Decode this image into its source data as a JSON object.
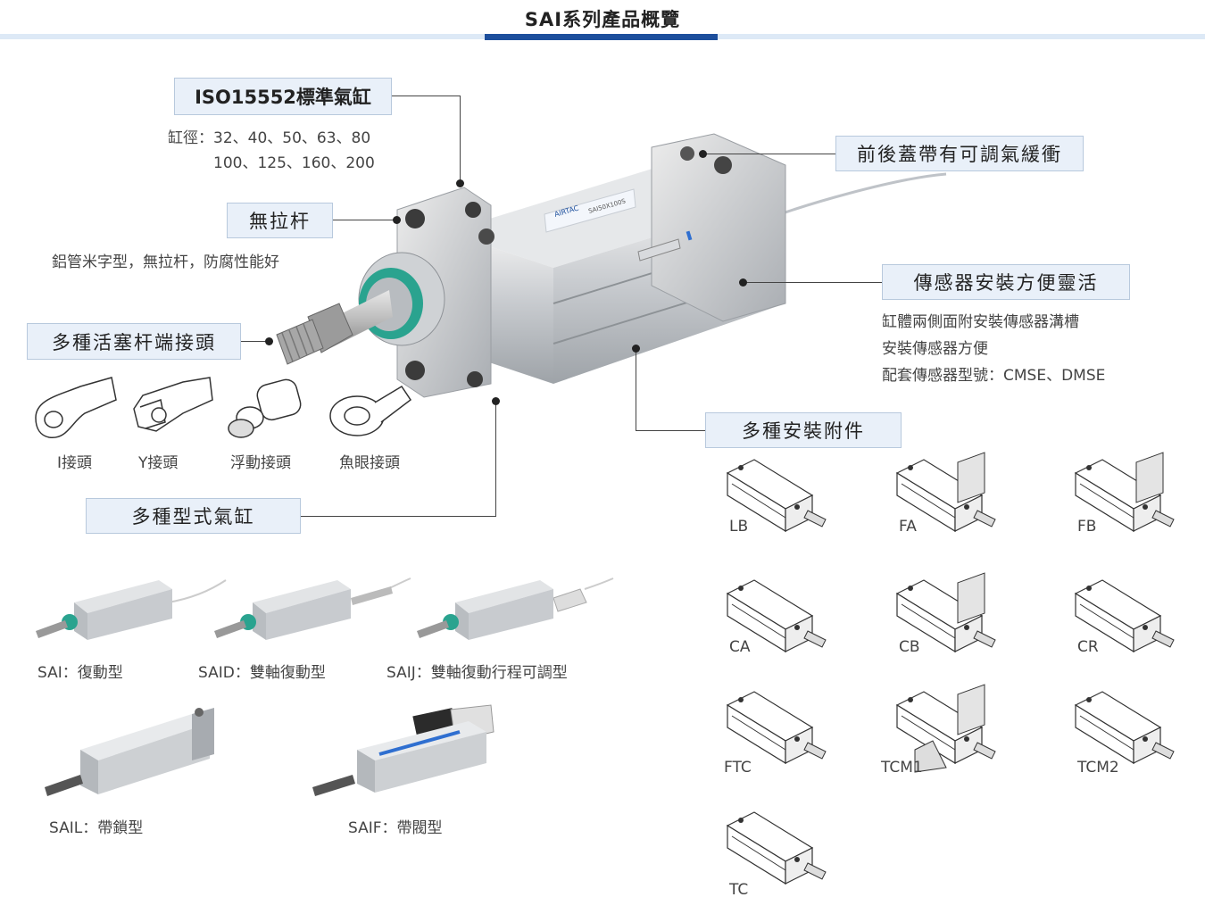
{
  "header": {
    "title": "SAI系列產品概覽"
  },
  "callouts": {
    "iso": {
      "label": "ISO15552標準氣缸",
      "bore_line1": "缸徑：32、40、50、63、80",
      "bore_line2": "100、125、160、200"
    },
    "no_tie_rod": {
      "label": "無拉杆",
      "desc": "鋁管米字型，無拉杆，防腐性能好"
    },
    "rod_end": {
      "label": "多種活塞杆端接頭"
    },
    "cushion": {
      "label": "前後蓋帶有可調氣緩衝"
    },
    "sensor": {
      "label": "傳感器安裝方便靈活",
      "desc1": "缸體兩側面附安裝傳感器溝槽",
      "desc2": "安裝傳感器方便",
      "desc3": "配套傳感器型號：CMSE、DMSE"
    },
    "types": {
      "label": "多種型式氣缸"
    },
    "mounting": {
      "label": "多種安裝附件"
    }
  },
  "joints": [
    {
      "label": "I接頭",
      "icon": "i-joint-icon"
    },
    {
      "label": "Y接頭",
      "icon": "y-joint-icon"
    },
    {
      "label": "浮動接頭",
      "icon": "floating-joint-icon"
    },
    {
      "label": "魚眼接頭",
      "icon": "fisheye-joint-icon"
    }
  ],
  "cylinder_types": [
    {
      "label": "SAI：復動型"
    },
    {
      "label": "SAID：雙軸復動型"
    },
    {
      "label": "SAIJ：雙軸復動行程可調型"
    },
    {
      "label": "SAIL：帶鎖型"
    },
    {
      "label": "SAIF：帶閥型"
    }
  ],
  "accessories": [
    {
      "label": "LB"
    },
    {
      "label": "FA"
    },
    {
      "label": "FB"
    },
    {
      "label": "CA"
    },
    {
      "label": "CB"
    },
    {
      "label": "CR"
    },
    {
      "label": "FTC"
    },
    {
      "label": "TCM1"
    },
    {
      "label": "TCM2"
    },
    {
      "label": "TC"
    }
  ],
  "product_label": {
    "brand": "AIRTAC",
    "model": "SAI50X100S"
  },
  "colors": {
    "accent": "#1d4f9c",
    "box_bg": "#e9f0f9",
    "box_border": "#b8c9dd",
    "ring": "#2aa38f"
  }
}
